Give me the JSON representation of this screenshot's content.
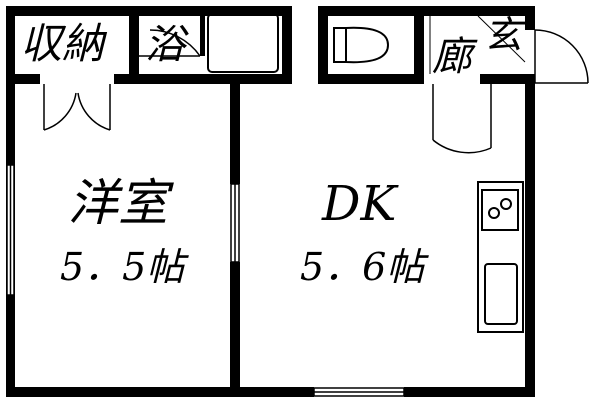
{
  "rooms": {
    "closet": "収納",
    "bath": "浴",
    "hallway": "廊",
    "entrance": "玄",
    "western_room": {
      "name": "洋室",
      "size": "5．5帖"
    },
    "dining_kitchen": {
      "name": "DK",
      "size": "5．6帖"
    }
  },
  "fixtures": {
    "toilet": "toilet-icon",
    "bathtub": "bathtub-icon",
    "stove": "stove-icon",
    "sink": "sink-icon"
  },
  "colors": {
    "wall": "#000000",
    "background": "#ffffff"
  }
}
